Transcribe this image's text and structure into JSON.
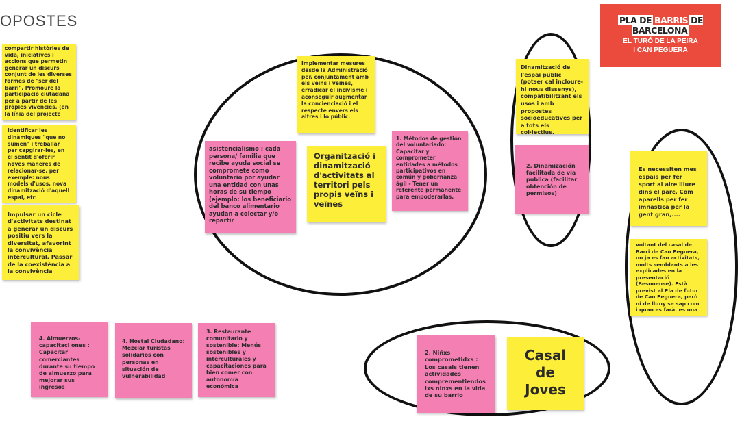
{
  "slide": {
    "title": "OPOSTES"
  },
  "logo": {
    "brand_part1": "PLA DE",
    "brand_part2": "BARRIS",
    "brand_part3": "DE BARCELONA",
    "subtitle": "EL TURÓ DE LA PEIRA\nI CAN PEGUERA"
  },
  "notes": {
    "left_1": "compartir històries de vida, iniciatives i accions que permetin generar un discurs conjunt de les diverses formes de \"ser del barri\". Promoure la participació ciutadana per a partir de les pròpies vivències. (en la línia del projecte",
    "left_2": "Identificar les dinàmiques \"que no sumen\" i treballar per capgirar-les, en el sentit d'oferir noves maneres de relacionar-se, per exemple: nous models d'usos, nova dinamització d'aquell espai, etc",
    "left_3": "Impulsar un cicle d'activitats destinat a generar un discurs positiu vers la diversitat, afavorint la convivència intercultural. Passar de la coexistència a la convivència",
    "center_top": "Implementar mesures desde la Administració per, conjuntament amb els veïns i veïnes, erradicar el incivisme i aconseguir augmentar la concienciació i el respecte envers els altres i lo públic.",
    "center_pink_left": "asistencialismo : cada persona/ familia que recibe ayuda social se compromete como voluntario por ayudar una entidad con unas horas de su tiempo (ejemplo: los beneficiario del banco alimentario ayudan a colectar y/o repartir",
    "center_main": "Organització i dinamització d'activitats al territori pels propis veïns i veïnes",
    "center_pink_right": "1. Métodos de gestión del voluntariado: Capacitar y comprometer entidades a métodos participativos en común y gobernanza ágil - Tener un referente permanente para empoderarlas.",
    "right_yellow": "Dinamització de l'espai públic (potser cal incloure-hi nous dissenys), compatibilitzant els usos i amb propostes socioeducatives per a tots els col·lectius.",
    "right_pink": "2. Dinamización facilitada de vía publica  (facilitar obtención de permisos)",
    "far_right_1": "Es necessiten mes espais per fer sport al aire lliure dins el parc. Com aparells per fer imnastica per la gent gran,....",
    "far_right_2": "voltant del casal de Barri de Can Peguera, on ja es fan activitats, molts semblants a les explicades en la presentació (Besonense). Està previst al Pla de futur de Can Peguera, però ni de lluny se sap com i quan es farà. es una",
    "bottom_1": "4. Almuerzos-capacitaci ones : Capacitar comerciantes durante su tiempo de almuerzo para mejorar sus ingresos",
    "bottom_2": "4. Hostal Ciudadano: Mezclar turistas solidarios con personas en situación de vulnerabilidad",
    "bottom_3": "3. Restaurante comunitario y sostenible: Menús sostenibles y interculturales y capacitaciones para bien comer con autonomía económica",
    "bottom_pink_right": "2. Niñxs comprometidxs : Los casals tienen actividades comprementiendos lxs ninxs en la vida de su barrio",
    "casal": "Casal\nde\nJoves"
  },
  "colors": {
    "sticky_yellow": "#fdee3a",
    "sticky_pink": "#f37fb3",
    "logo_red": "#ea4b3d"
  }
}
